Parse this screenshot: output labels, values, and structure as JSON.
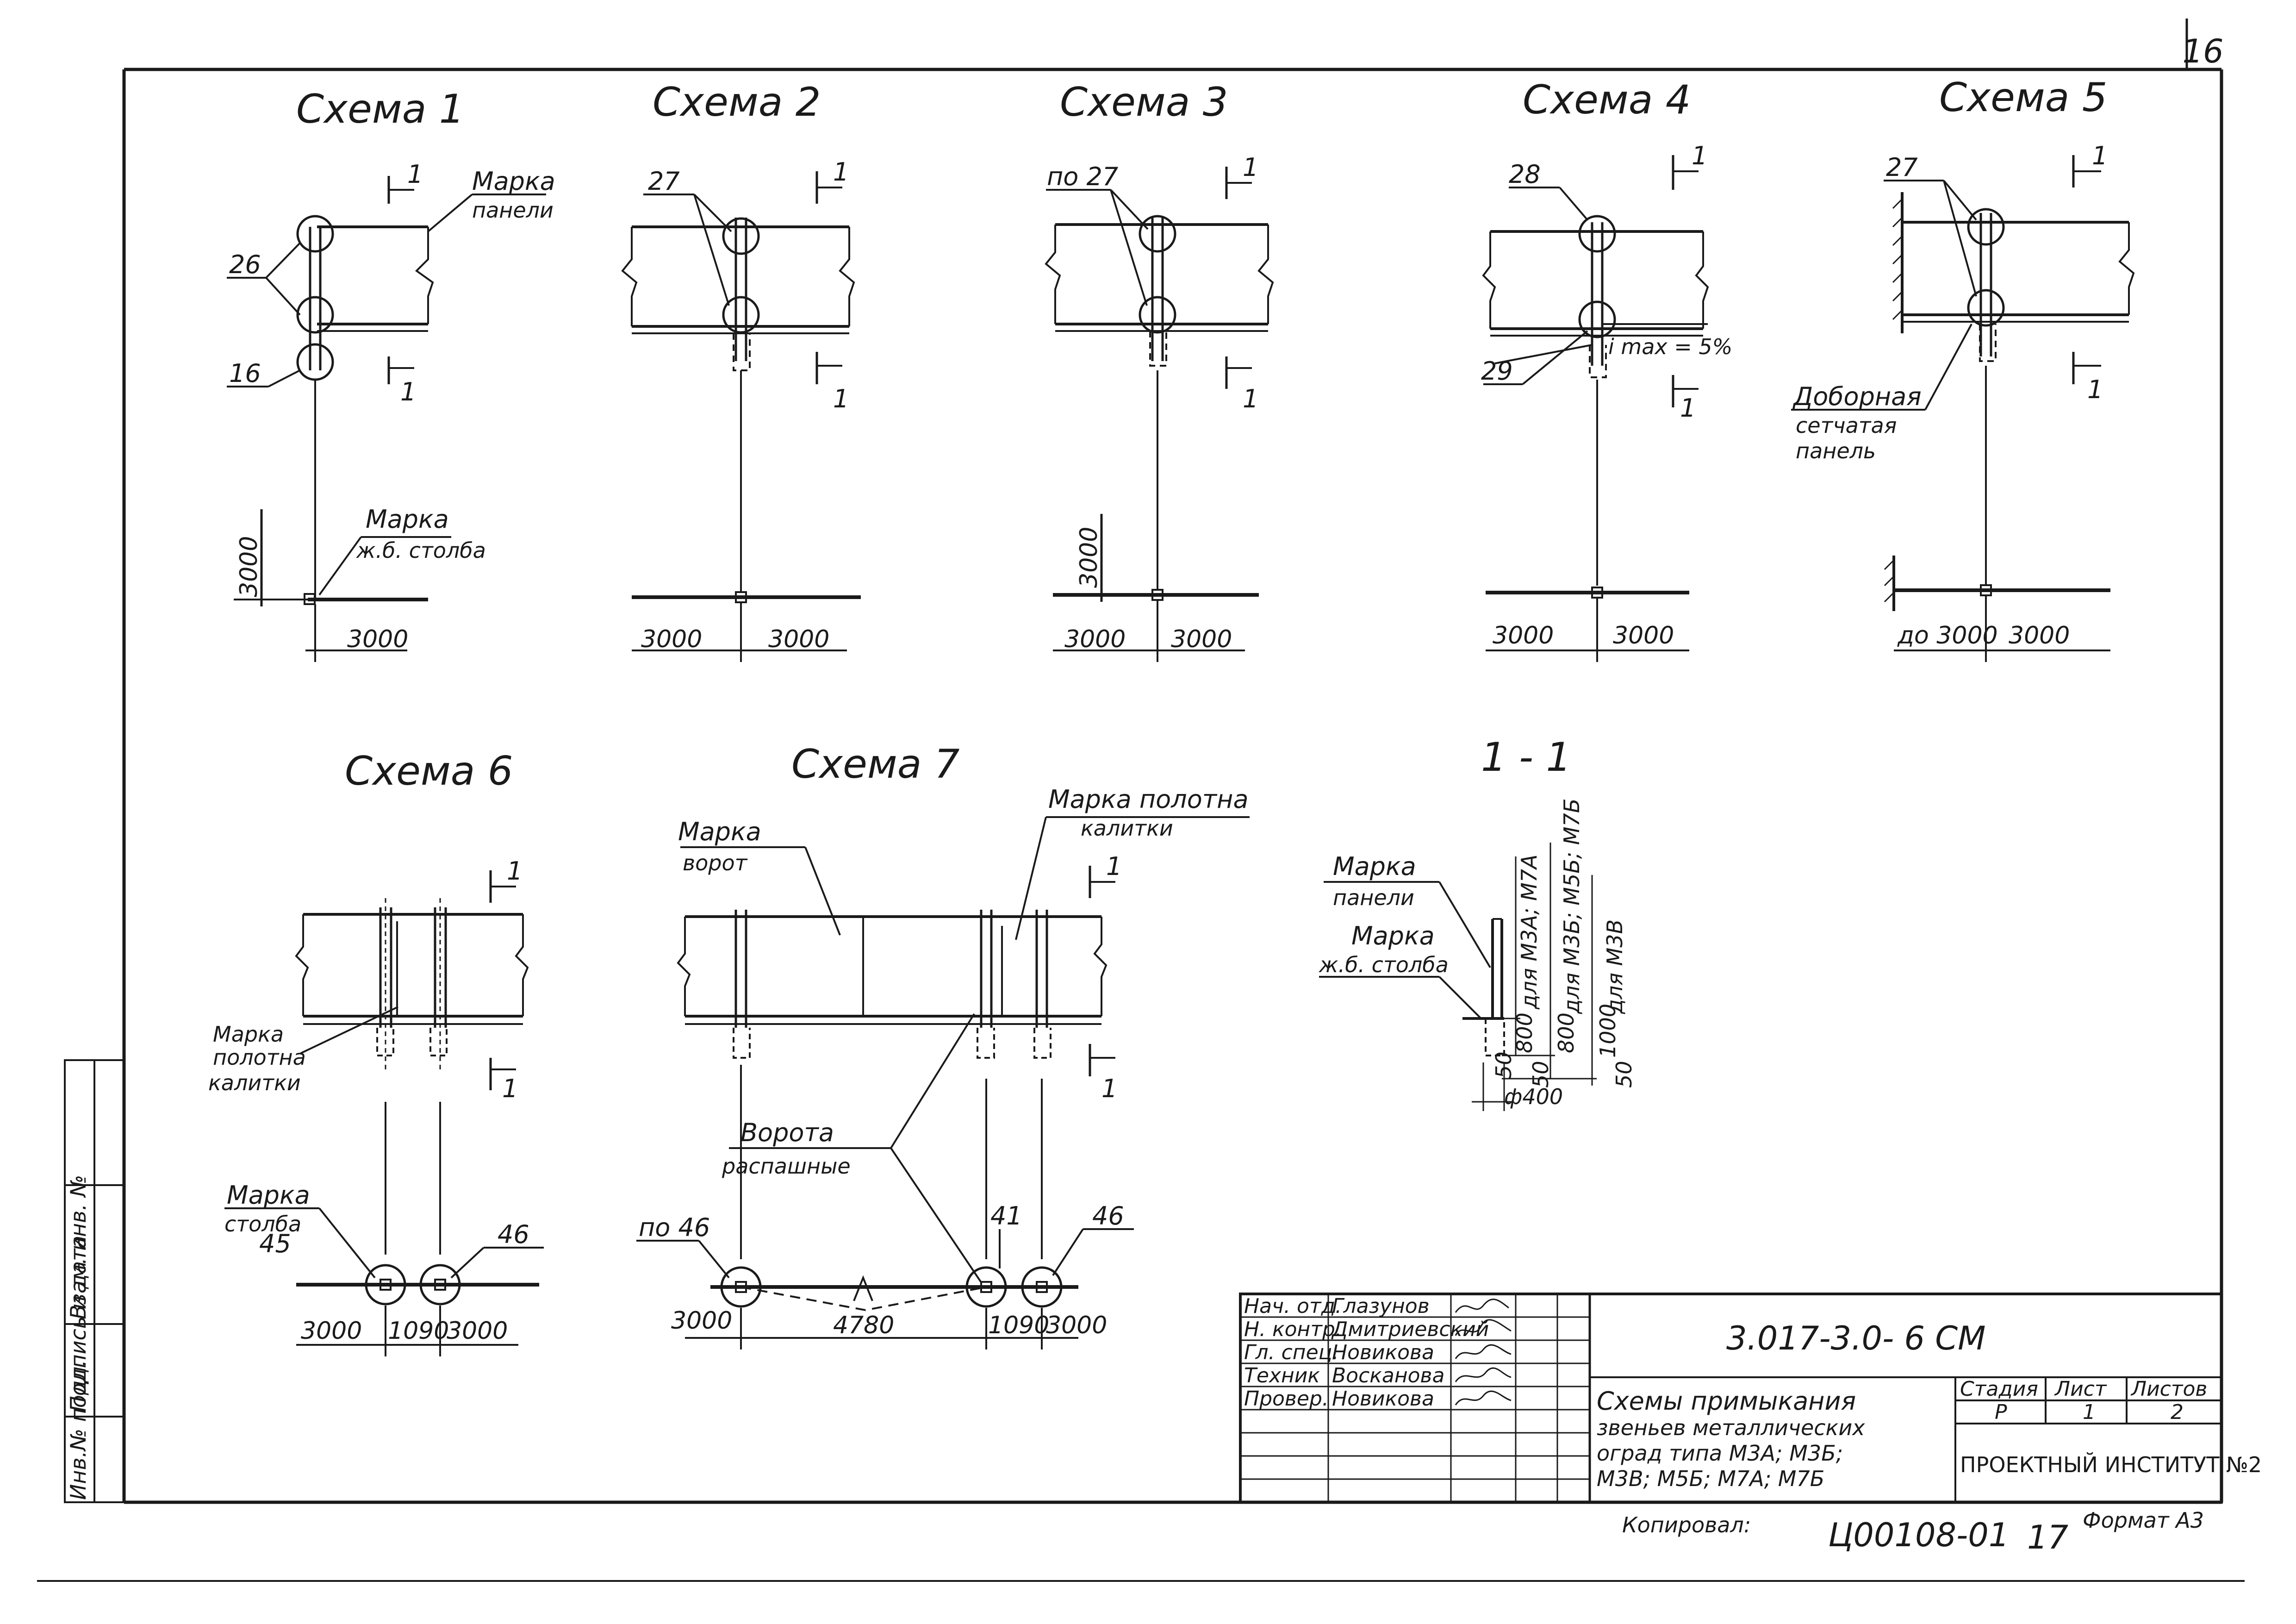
{
  "sheet": {
    "page_number": "16",
    "format_label": "Формат А3",
    "copied_label": "Копировал:",
    "copy_code": "Ц00108-01",
    "copy_number": "17",
    "vertical_strip": [
      "Инв.№ подл.",
      "Подпись и дата",
      "Взам. инв. №"
    ]
  },
  "schemes": [
    {
      "title": "Схема 1",
      "labels": [
        "Марка",
        "панели",
        "26",
        "16",
        "Марка",
        "ж.б. столба",
        "3000",
        "3000"
      ],
      "section": [
        "1",
        "1"
      ]
    },
    {
      "title": "Схема 2",
      "labels": [
        "27",
        "3000",
        "3000"
      ],
      "section": [
        "1",
        "1"
      ]
    },
    {
      "title": "Схема 3",
      "labels": [
        "по 27",
        "3000",
        "3000",
        "3000"
      ],
      "section": [
        "1",
        "1"
      ]
    },
    {
      "title": "Схема 4",
      "labels": [
        "28",
        "29",
        "i max = 5%",
        "3000",
        "3000"
      ],
      "section": [
        "1",
        "1"
      ]
    },
    {
      "title": "Схема 5",
      "labels": [
        "27",
        "Доборная",
        "сетчатая",
        "панель",
        "до 3000",
        "3000"
      ],
      "section": [
        "1",
        "1"
      ]
    },
    {
      "title": "Схема 6",
      "labels": [
        "Марка",
        "полотна",
        "калитки",
        "Марка",
        "столба",
        "45",
        "46",
        "3000",
        "1090",
        "3000"
      ],
      "section": [
        "1",
        "1"
      ]
    },
    {
      "title": "Схема 7",
      "labels": [
        "Марка",
        "ворот",
        "Марка полотна",
        "калитки",
        "Ворота",
        "распашные",
        "по 46",
        "41",
        "46",
        "3000",
        "4780",
        "1090",
        "3000"
      ],
      "section": [
        "1",
        "1"
      ]
    }
  ],
  "section_1_1": {
    "title": "1 - 1",
    "labels": [
      "Марка",
      "панели",
      "Марка",
      "ж.б. столба",
      "для М3А; М7А",
      "для М3Б; М5Б; М7Б",
      "для М3В",
      "800",
      "800",
      "1000",
      "50",
      "50",
      "50",
      "ф400"
    ]
  },
  "title_block": {
    "designation": "3.017-3.0- 6 СМ",
    "title_lines": [
      "Схемы примыкания",
      "звеньев металлических",
      "оград типа М3А; М3Б;",
      "М3В; М5Б; М7А; М7Б"
    ],
    "stage_header": "Стадия",
    "sheet_header": "Лист",
    "sheets_header": "Листов",
    "stage": "Р",
    "sheet": "1",
    "sheets": "2",
    "organization": "ПРОЕКТНЫЙ ИНСТИТУТ №2",
    "roles": [
      {
        "role": "Нач. отд.",
        "name": "Глазунов"
      },
      {
        "role": "Н. контр.",
        "name": "Дмитриевский"
      },
      {
        "role": "Гл. спец.",
        "name": "Новикова"
      },
      {
        "role": "Техник",
        "name": "Восканова"
      },
      {
        "role": "Провер.",
        "name": "Новикова"
      }
    ]
  }
}
